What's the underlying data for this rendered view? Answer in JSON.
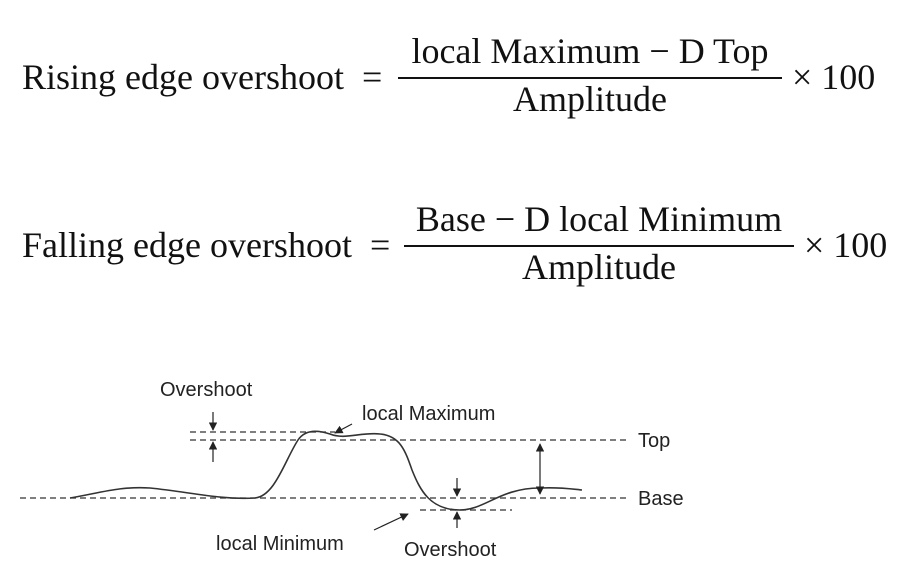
{
  "equations": [
    {
      "label": "Rising edge overshoot",
      "equals": "=",
      "numerator": "local Maximum − D Top",
      "denominator": "Amplitude",
      "multiplier": "× 100"
    },
    {
      "label": "Falling edge overshoot",
      "equals": "=",
      "numerator": "Base − D local Minimum",
      "denominator": "Amplitude",
      "multiplier": "× 100"
    }
  ],
  "diagram": {
    "labels": {
      "overshoot_top": "Overshoot",
      "local_maximum": "local Maximum",
      "top": "Top",
      "base": "Base",
      "local_minimum": "local Minimum",
      "overshoot_bottom": "Overshoot"
    },
    "line_dash": "dashed",
    "stroke_color": "#333333"
  }
}
